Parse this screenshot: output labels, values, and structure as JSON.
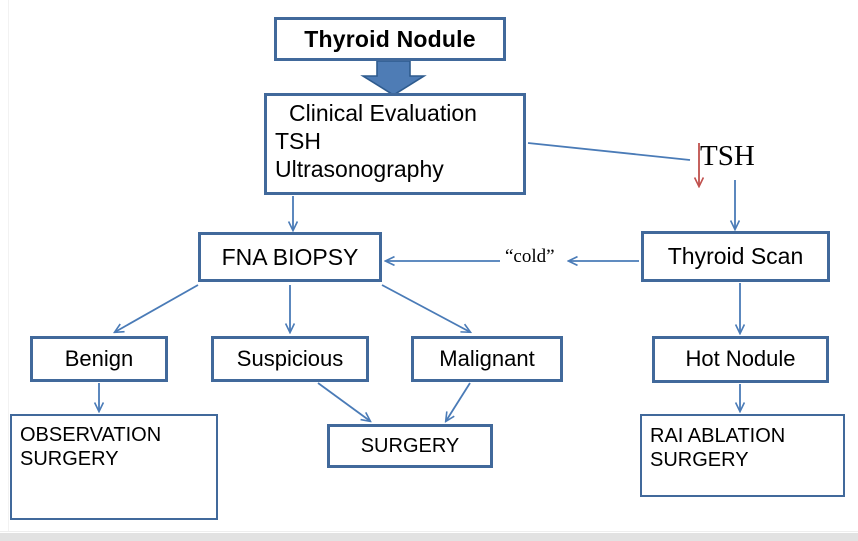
{
  "diagram": {
    "title": "Thyroid Nodule Evaluation Algorithm",
    "colors": {
      "box_border": "#41699B",
      "connector": "#4A7BB7",
      "block_arrow_fill": "#4E7CB5",
      "block_arrow_stroke": "#2E5B8E",
      "red_arrow": "#C0504D",
      "background": "#FFFFFF",
      "bottom_strip": "#E2E2E2"
    },
    "nodes": {
      "thyroid_nodule": {
        "label": "Thyroid Nodule"
      },
      "clinical_evaluation": {
        "line1": "Clinical Evaluation",
        "line2": "TSH",
        "line3": "Ultrasonography"
      },
      "fna_biopsy": {
        "label": "FNA BIOPSY"
      },
      "thyroid_scan": {
        "label": "Thyroid Scan"
      },
      "benign": {
        "label": "Benign"
      },
      "suspicious": {
        "label": "Suspicious"
      },
      "malignant": {
        "label": "Malignant"
      },
      "hot_nodule": {
        "label": "Hot Nodule"
      },
      "observation_surgery": {
        "line1": "OBSERVATION",
        "line2": "SURGERY"
      },
      "surgery": {
        "label": "SURGERY"
      },
      "rai_ablation": {
        "line1": "RAI ABLATION",
        "line2": "SURGERY"
      }
    },
    "edge_labels": {
      "tsh_low_arrow": "↓",
      "tsh_low": "TSH",
      "cold": "“cold”"
    }
  },
  "chart_data": {
    "type": "diagram",
    "title": "Thyroid Nodule Evaluation Algorithm",
    "nodes": [
      {
        "id": "thyroid_nodule",
        "text": "Thyroid Nodule"
      },
      {
        "id": "clinical_evaluation",
        "text": "Clinical Evaluation / TSH / Ultrasonography"
      },
      {
        "id": "fna_biopsy",
        "text": "FNA BIOPSY"
      },
      {
        "id": "thyroid_scan",
        "text": "Thyroid Scan"
      },
      {
        "id": "benign",
        "text": "Benign"
      },
      {
        "id": "suspicious",
        "text": "Suspicious"
      },
      {
        "id": "malignant",
        "text": "Malignant"
      },
      {
        "id": "hot_nodule",
        "text": "Hot Nodule"
      },
      {
        "id": "observation_surgery",
        "text": "OBSERVATION / SURGERY"
      },
      {
        "id": "surgery",
        "text": "SURGERY"
      },
      {
        "id": "rai_ablation",
        "text": "RAI ABLATION / SURGERY"
      }
    ],
    "edges": [
      {
        "from": "thyroid_nodule",
        "to": "clinical_evaluation",
        "label": ""
      },
      {
        "from": "clinical_evaluation",
        "to": "thyroid_scan",
        "label": "↓ TSH"
      },
      {
        "from": "clinical_evaluation",
        "to": "fna_biopsy",
        "label": ""
      },
      {
        "from": "thyroid_scan",
        "to": "fna_biopsy",
        "label": "“cold”"
      },
      {
        "from": "thyroid_scan",
        "to": "hot_nodule",
        "label": ""
      },
      {
        "from": "fna_biopsy",
        "to": "benign",
        "label": ""
      },
      {
        "from": "fna_biopsy",
        "to": "suspicious",
        "label": ""
      },
      {
        "from": "fna_biopsy",
        "to": "malignant",
        "label": ""
      },
      {
        "from": "benign",
        "to": "observation_surgery",
        "label": ""
      },
      {
        "from": "suspicious",
        "to": "surgery",
        "label": ""
      },
      {
        "from": "malignant",
        "to": "surgery",
        "label": ""
      },
      {
        "from": "hot_nodule",
        "to": "rai_ablation",
        "label": ""
      }
    ]
  }
}
